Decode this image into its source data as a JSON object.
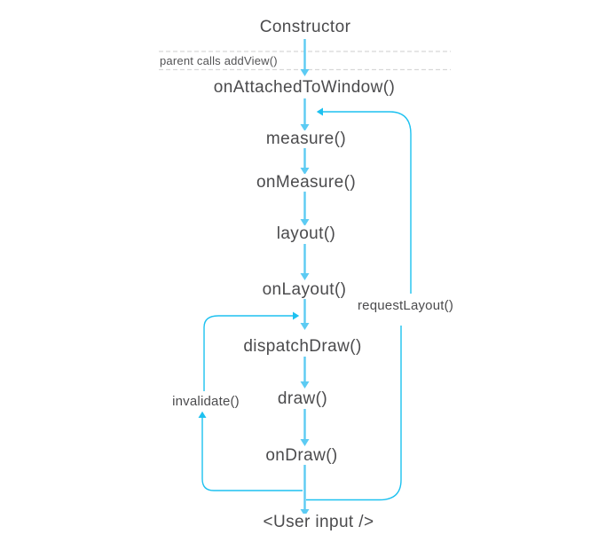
{
  "colors": {
    "flow_arrow": "#5CCBF3",
    "loop_line": "#1DC1F0",
    "dashed_line": "#D8D8D8",
    "text": "#4B4B4D",
    "annotation_text": "#535355"
  },
  "nodes": [
    {
      "id": "constructor",
      "label": "Constructor"
    },
    {
      "id": "on-attached-to-window",
      "label": "onAttachedToWindow()"
    },
    {
      "id": "measure",
      "label": "measure()"
    },
    {
      "id": "on-measure",
      "label": "onMeasure()"
    },
    {
      "id": "layout",
      "label": "layout()"
    },
    {
      "id": "on-layout",
      "label": "onLayout()"
    },
    {
      "id": "dispatch-draw",
      "label": "dispatchDraw()"
    },
    {
      "id": "draw",
      "label": "draw()"
    },
    {
      "id": "on-draw",
      "label": "onDraw()"
    },
    {
      "id": "user-input",
      "label": "<User input />"
    }
  ],
  "annotations": {
    "parent_calls": "parent calls addView()",
    "request_layout": "requestLayout()",
    "invalidate": "invalidate()"
  }
}
